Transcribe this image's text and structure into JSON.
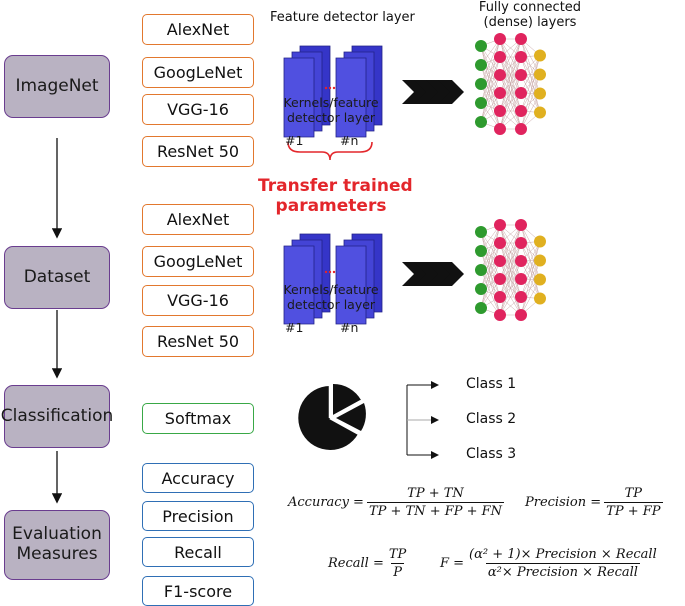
{
  "stages": {
    "imagenet": "ImageNet",
    "dataset": "Dataset",
    "classification": "Classification",
    "evaluation_line1": "Evaluation",
    "evaluation_line2": "Measures"
  },
  "models_top": [
    "AlexNet",
    "GoogLeNet",
    "VGG-16",
    "ResNet 50"
  ],
  "models_bottom": [
    "AlexNet",
    "GoogLeNet",
    "VGG-16",
    "ResNet 50"
  ],
  "classifier": "Softmax",
  "metrics": [
    "Accuracy",
    "Precision",
    "Recall",
    "F1-score"
  ],
  "labels": {
    "feature_detector_layer": "Feature detector layer",
    "fully_connected_line1": "Fully connected",
    "fully_connected_line2": "(dense) layers",
    "kernels_line1": "Kernels/feature",
    "kernels_line2": "detector layer",
    "kernel_first": "#1",
    "kernel_n": "#n",
    "transfer_line1": "Transfer trained",
    "transfer_line2": "parameters"
  },
  "classes": [
    "Class 1",
    "Class 2",
    "Class 3"
  ],
  "formulas": {
    "accuracy_lhs": "Accuracy =",
    "accuracy_num": "TP + TN",
    "accuracy_den": "TP + TN + FP + FN",
    "precision_lhs": "Precision =",
    "precision_num": "TP",
    "precision_den": "TP + FP",
    "recall_lhs": "Recall =",
    "recall_num": "TP",
    "recall_den": "P",
    "f_lhs": "F =",
    "f_num": "(α² + 1)× Precision × Recall",
    "f_den": "α²× Precision × Recall"
  },
  "colors": {
    "stage_fill": "#b9b2c2",
    "stage_border": "#6a3d8f",
    "model_border": "#e2782e",
    "softmax_border": "#39a846",
    "metric_border": "#2f6fb5",
    "kernel_blue": "#3c3ccc",
    "node_green": "#2e9a2e",
    "node_red": "#e0245e",
    "node_yellow": "#e0b020",
    "transfer_red": "#e3262b"
  }
}
